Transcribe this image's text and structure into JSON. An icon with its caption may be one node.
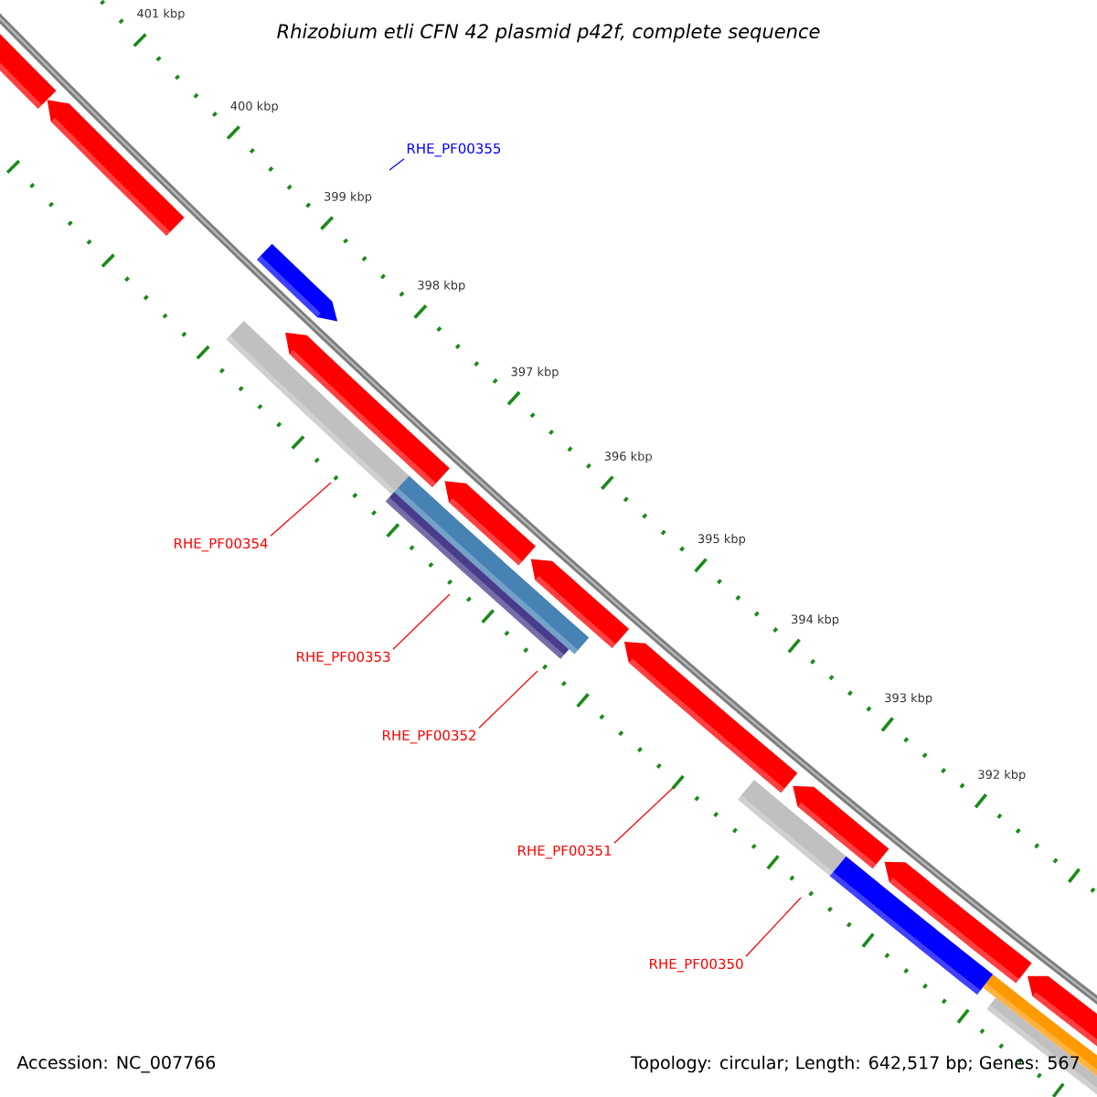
{
  "diagram": {
    "title": "Rhizobium etli CFN 42 plasmid p42f, complete sequence",
    "nodes": [
      {
        "text": [
          "RHE_PF00355"
        ]
      },
      {
        "text": [
          "RHE_PF00354"
        ]
      },
      {
        "text": [
          "RHE_PF00353"
        ]
      },
      {
        "text": [
          "RHE_PF00352"
        ]
      },
      {
        "text": [
          "RHE_PF00351"
        ]
      },
      {
        "text": [
          "RHE_PF00350"
        ]
      }
    ],
    "edges": [
      {
        "from": 0,
        "to": null,
        "arrow": "none",
        "color": "#0000ff"
      },
      {
        "from": 1,
        "to": null,
        "arrow": "none"
      },
      {
        "from": 2,
        "to": null,
        "arrow": "none"
      },
      {
        "from": 3,
        "to": null,
        "arrow": "none"
      },
      {
        "from": 4,
        "to": null,
        "arrow": "none"
      },
      {
        "from": 5,
        "to": null,
        "arrow": "none"
      }
    ],
    "labels": [
      "401 kbp",
      "400 kbp",
      "399 kbp",
      "398 kbp",
      "397 kbp",
      "396 kbp",
      "395 kbp",
      "394 kbp",
      "393 kbp",
      "392 kbp",
      "Accession: NC_007766",
      "Topology: circular; Length: 642,517 bp; Genes: 567"
    ]
  }
}
